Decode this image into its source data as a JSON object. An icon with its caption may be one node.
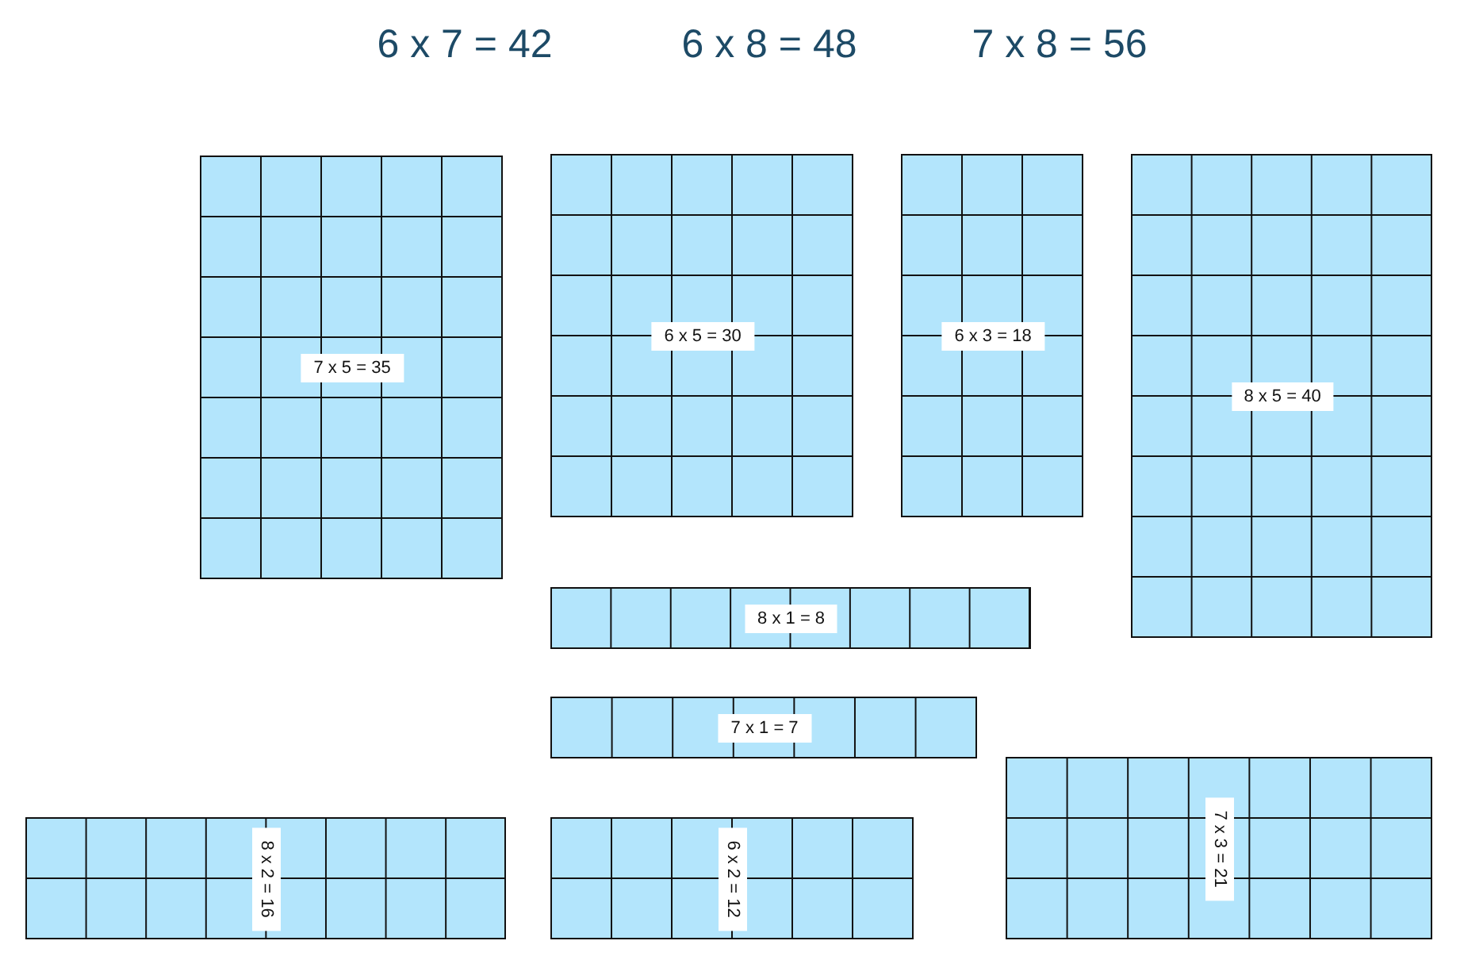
{
  "diagram": {
    "nodes": [
      {
        "text": [
          "7 x 5 = 35"
        ]
      },
      {
        "text": [
          "6 x 5 = 30"
        ]
      },
      {
        "text": [
          "6 x 3 = 18"
        ]
      },
      {
        "text": [
          "8 x 5 = 40"
        ]
      },
      {
        "text": [
          "8 x 1 = 8"
        ]
      },
      {
        "text": [
          "7 x 1 = 7"
        ]
      },
      {
        "text": [
          "8 x 2 = 16"
        ]
      },
      {
        "text": [
          "6 x 2 = 12"
        ]
      },
      {
        "text": [
          "7 x 3 = 21"
        ]
      }
    ],
    "labels": [
      "6 x 7 = 42",
      "6 x 8 = 48",
      "7 x 8 = 56"
    ]
  }
}
